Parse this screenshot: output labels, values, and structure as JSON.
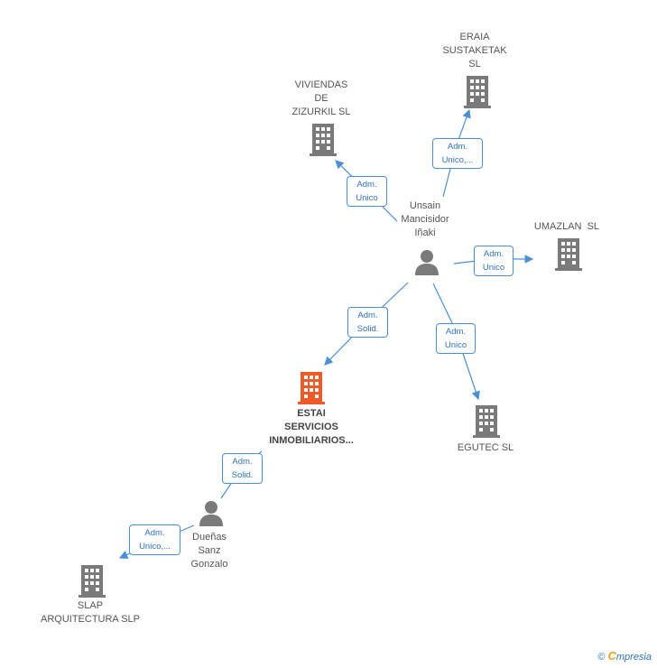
{
  "nodes": {
    "eraia": "ERAIA\nSUSTAKETAK\nSL",
    "viviendas": "VIVIENDAS\nDE\nZIZURKIL SL",
    "unsain": "Unsain\nMancisidor\nIñaki",
    "umazlan": "UMAZLAN  SL",
    "estai": "ESTAI\nSERVICIOS\nINMOBILIARIOS...",
    "egutec": "EGUTEC SL",
    "duenas": "Dueñas\nSanz\nGonzalo",
    "slap": "SLAP\nARQUITECTURA SLP"
  },
  "edges": {
    "unsain_eraia": "Adm.\nUnico,...",
    "unsain_viviendas": "Adm.\nUnico",
    "unsain_umazlan": "Adm.\nUnico",
    "unsain_estai": "Adm.\nSolid.",
    "unsain_egutec": "Adm.\nUnico",
    "duenas_estai": "Adm.\nSolid.",
    "duenas_slap": "Adm.\nUnico,..."
  },
  "colors": {
    "building": "#7a7a7a",
    "highlight": "#f05a28",
    "person": "#7a7a7a",
    "edge": "#4a90d9"
  },
  "footer": {
    "copyright": "©",
    "brand_initial": "C",
    "brand_rest": "mpresia"
  }
}
